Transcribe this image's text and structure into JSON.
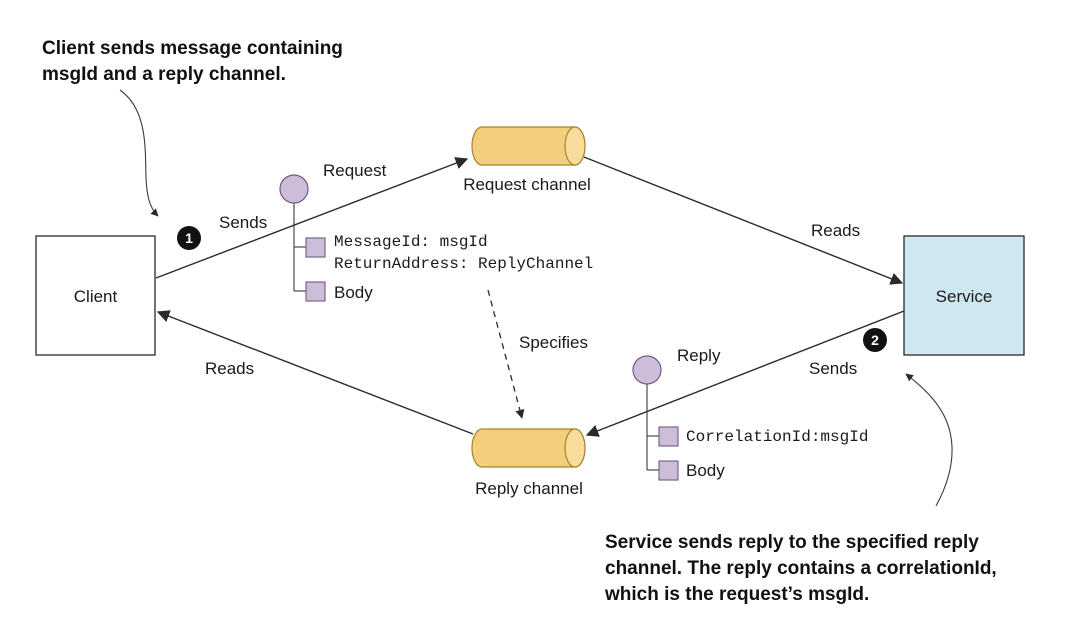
{
  "callouts": {
    "client_note": [
      "Client sends message containing",
      "msgId and a reply channel."
    ],
    "service_note": [
      "Service sends reply to the specified reply",
      "channel. The reply contains a correlationId,",
      "which is the request’s msgId."
    ]
  },
  "nodes": {
    "client": "Client",
    "service": "Service",
    "request_channel": "Request channel",
    "reply_channel": "Reply channel"
  },
  "edges": {
    "client_sends": "Sends",
    "request": "Request",
    "service_reads": "Reads",
    "service_sends": "Sends",
    "reply": "Reply",
    "client_reads": "Reads",
    "specifies": "Specifies"
  },
  "request_message": {
    "fields": [
      "MessageId: msgId",
      "ReturnAddress: ReplyChannel"
    ],
    "body": "Body"
  },
  "reply_message": {
    "fields": [
      "CorrelationId:msgId"
    ],
    "body": "Body"
  },
  "steps": [
    "1",
    "2"
  ],
  "colors": {
    "channel_fill": "#f3cf7d",
    "channel_stroke": "#a9822f",
    "service_fill": "#cfe7f1",
    "message_fill": "#cdbdd8",
    "message_stroke": "#6f5a80",
    "badge_fill": "#111111"
  }
}
